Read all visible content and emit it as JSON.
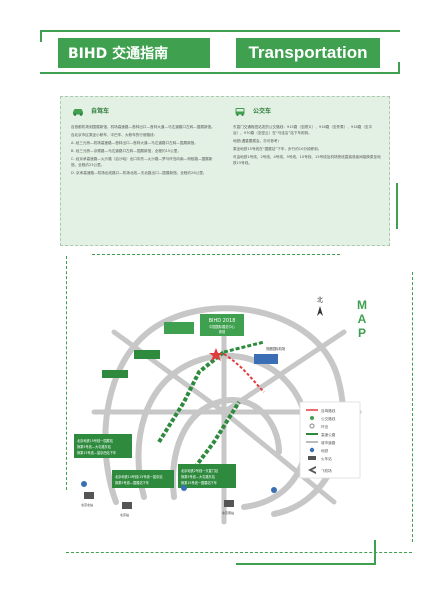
{
  "header": {
    "title_cn": "BIHD 交通指南",
    "title_en": "Transportation"
  },
  "driving": {
    "title": "自驾车",
    "lines": [
      "自首都机场到国展新馆，机场高速路—首林出口—首林大道—马达道路口左转—国展新馆。",
      "自北京市区乘坐小轿车、中巴车、大轿车的行驶路线：",
      "A. 经三元桥—机场高速路—首林出口—首林大道—马达道路口左转—国展新馆。",
      "B. 经三元桥—京顺路—马达道路口左转—国展新馆，全程约15公里。",
      "C. 经京承高速路—火沙路（后沙峪）出口向东—火沙路—梦马环岛向南—蚂蚁路—国展新馆，全程约23公里。",
      "D. 京承高速路—机场北线路口—机场北线—天北路出口—国展新馆，全程约26公里。"
    ]
  },
  "bus": {
    "title": "公交车",
    "lines": [
      "东直门交通枢纽站发的公交路线：915路（至顺义）、916路（至怀柔）、918路（至平谷）、970路（至密云）在“马连店”站下车即到。",
      "地铁(遇重要展会，亦可参考)",
      "乘坐地铁15号线在“国展站”下车，步行约10分钟即到。",
      "可由地铁1号线、2号线、4号线、5号线、10号线、13号线及机场快线直接或者间接换乘至地铁15号线。"
    ]
  },
  "map": {
    "letters": [
      "M",
      "A",
      "P"
    ],
    "north": "北",
    "venue_en": "BIHD 2018",
    "venue_cn_1": "中国国际展览中心",
    "venue_cn_2": "新馆",
    "airport": "首都国际机场",
    "subway_box_1_l1": "北京地铁15号线一国展站",
    "subway_box_1_l2": "换乘5号线—大屯路东站",
    "subway_box_1_l3": "换乘13号线—望京西站下车",
    "subway_box_2_l1": "北京地铁14号线/15号线一望京站",
    "subway_box_2_l2": "换乘5号线—国展站下车",
    "subway_box_3_l1": "北京地铁2号线一东直门站",
    "subway_box_3_l2": "换乘5号线—大屯路东站",
    "subway_box_3_l3": "换乘15号线一国展站下车",
    "station_1": "北京北站",
    "station_2": "北京站",
    "station_3": "北京南站",
    "legend": [
      "自驾路线",
      "公交路线",
      "环岛",
      "高速公路",
      "城市道路",
      "地铁",
      "火车站",
      "飞机场"
    ]
  },
  "colors": {
    "brand_green": "#3fa14f",
    "panel_bg": "#e3f0e4",
    "route_red": "#e33b3b"
  }
}
